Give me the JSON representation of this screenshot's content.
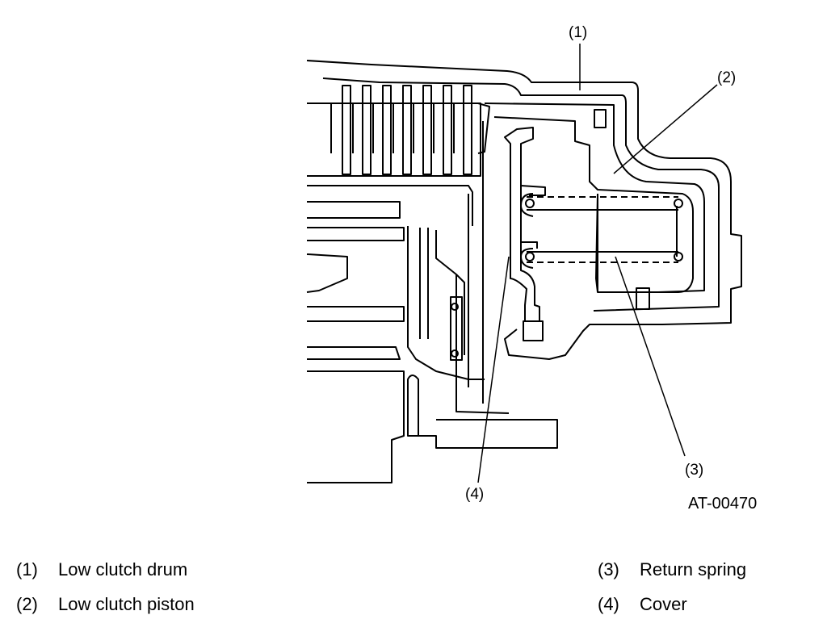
{
  "diagram": {
    "callouts": [
      "(1)",
      "(2)",
      "(3)",
      "(4)"
    ],
    "figure_code": "AT-00470"
  },
  "legend": [
    {
      "num": "(1)",
      "label": "Low clutch drum"
    },
    {
      "num": "(2)",
      "label": "Low clutch piston"
    },
    {
      "num": "(3)",
      "label": "Return spring"
    },
    {
      "num": "(4)",
      "label": "Cover"
    }
  ]
}
